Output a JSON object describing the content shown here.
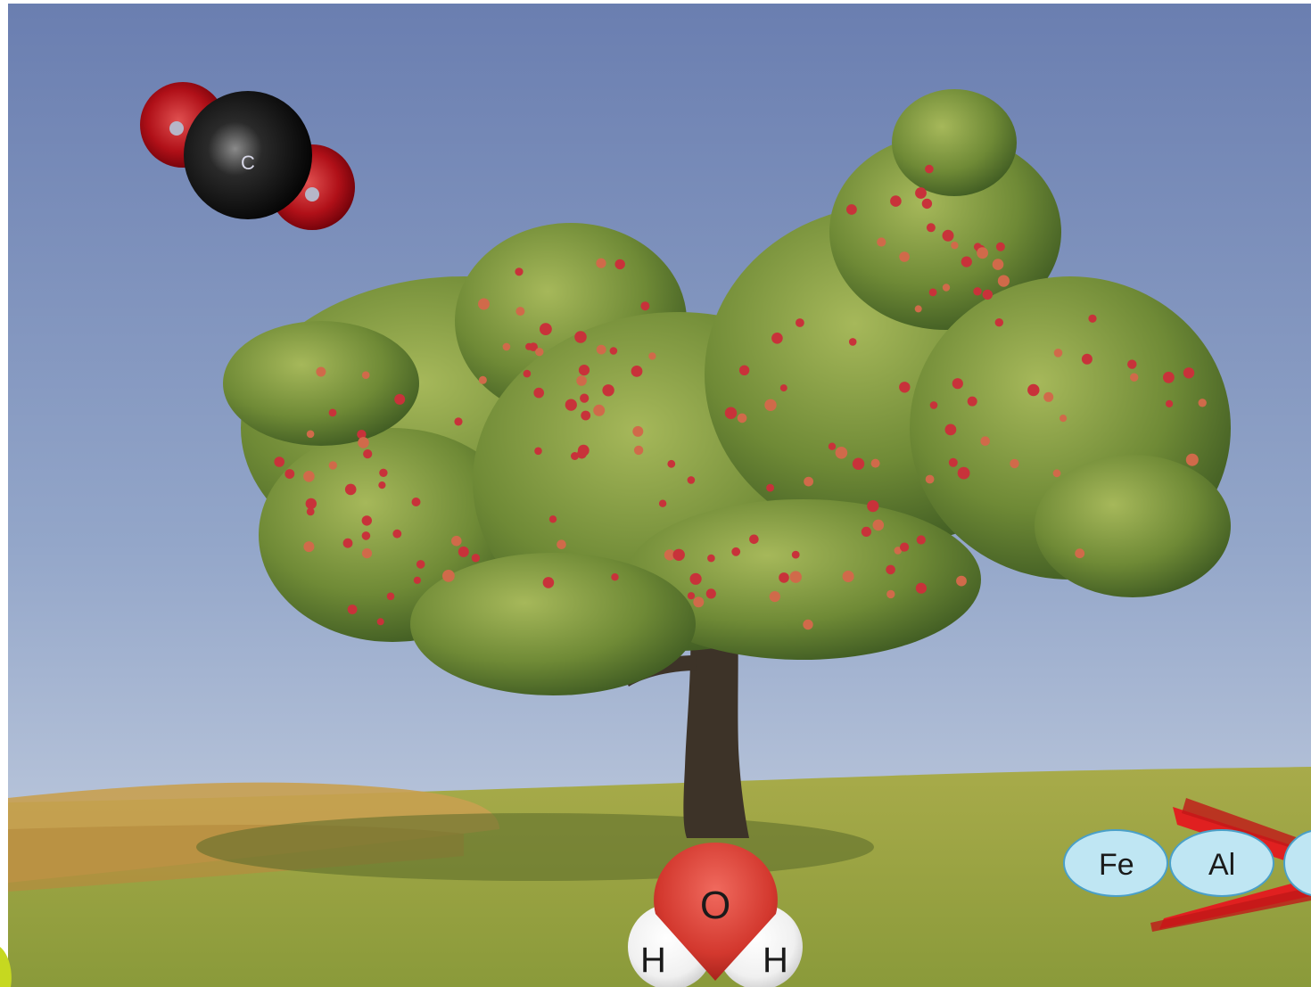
{
  "scene": {
    "description_colors": {
      "sky_top": "#6a7fb0",
      "sky_bottom": "#c8d2e2",
      "grass": "#9aa843",
      "dry_grass": "#c99a4a",
      "foliage": "#6e8a3a",
      "apple": "#c8323a",
      "trunk": "#3e3328"
    }
  },
  "co2_molecule": {
    "carbon_label": "C",
    "carbon_color": "#111111",
    "oxygen_color": "#c0141c"
  },
  "water_molecule": {
    "oxygen_label": "O",
    "hydrogen_left_label": "H",
    "hydrogen_right_label": "H",
    "oxygen_color": "#d63a32",
    "hydrogen_color": "#ffffff"
  },
  "ions": {
    "items": [
      {
        "label": "Fe"
      },
      {
        "label": "Al"
      }
    ],
    "fill_color": "#bfe6f3",
    "border_color": "#4aa0c8",
    "arrow_color": "#e02020"
  }
}
